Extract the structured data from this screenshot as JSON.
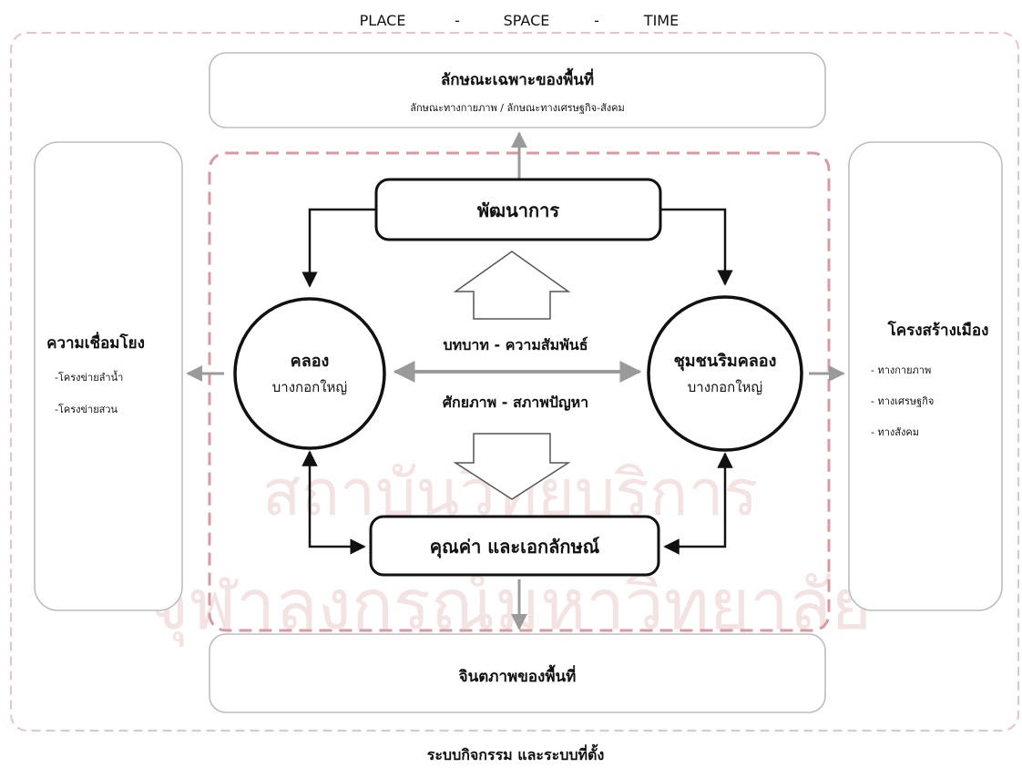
{
  "watermark": {
    "lines": [
      "สถาบันวิทยบริการ",
      "จุฬาลงกรณ์มหาวิทยาลัย"
    ]
  },
  "header": {
    "place": "PLACE",
    "sep1": "-",
    "space": "SPACE",
    "sep2": "-",
    "time": "TIME"
  },
  "footer": {
    "caption": "ระบบกิจกรรม และระบบที่ตั้ง"
  },
  "top_box": {
    "title": "ลักษณะเฉพาะของพื้นที่",
    "subtitle": "ลักษณะทางกายภาพ / ลักษณะทางเศรษฐกิจ-สังคม"
  },
  "bottom_box": {
    "title": "จินตภาพของพื้นที่"
  },
  "left_panel": {
    "title": "ความเชื่อมโยง",
    "items": [
      "-โครงข่ายลำน้ำ",
      "-โครงข่ายสวน"
    ]
  },
  "right_panel": {
    "title": "โครงสร้างเมือง",
    "items": [
      "- ทางกายภาพ",
      "- ทางเศรษฐกิจ",
      "- ทางสังคม"
    ]
  },
  "development_box": {
    "label": "พัฒนาการ"
  },
  "value_box": {
    "label": "คุณค่า และเอกลักษณ์"
  },
  "left_circle": {
    "line1": "คลอง",
    "line2": "บางกอกใหญ่"
  },
  "right_circle": {
    "line1": "ชุมชนริมคลอง",
    "line2": "บางกอกใหญ่"
  },
  "center": {
    "upper_label": "บทบาท - ความสัมพันธ์",
    "lower_label": "ศักยภาพ - สภาพปัญหา"
  },
  "colors": {
    "dashed_border": "#e8c4c8",
    "inner_dashed": "#d89aa0",
    "box_border": "#bdbdbd",
    "gray_arrow": "#9a9a9a",
    "ink": "#111111",
    "watermark": "#f0dede"
  }
}
